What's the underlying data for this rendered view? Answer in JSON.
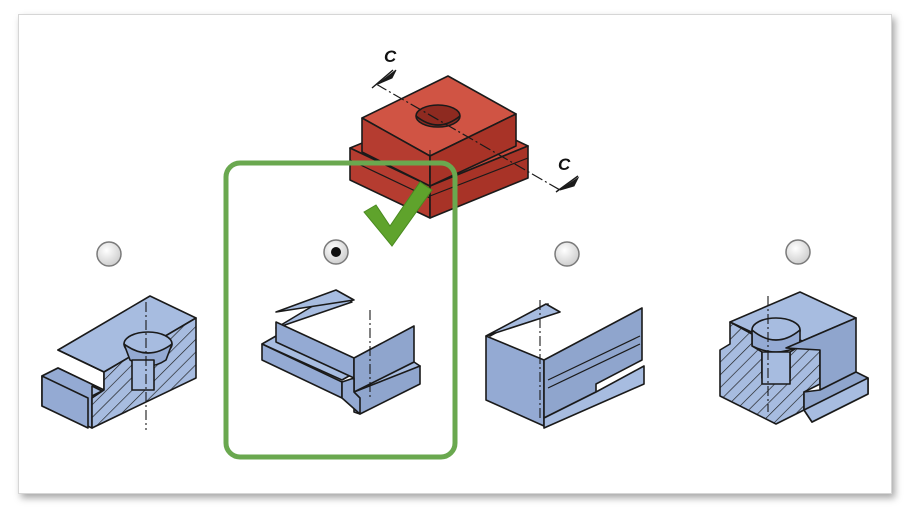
{
  "question": {
    "section_label": "C",
    "selected_option": 2
  },
  "options": [
    {
      "id": "option-1",
      "selected": false
    },
    {
      "id": "option-2",
      "selected": true
    },
    {
      "id": "option-3",
      "selected": false
    },
    {
      "id": "option-4",
      "selected": false
    }
  ],
  "colors": {
    "reference": "#c9483a",
    "option": "#a7bce0",
    "highlight": "#6aa84f",
    "check": "#5fa32c",
    "outline": "#1a1a1a"
  },
  "icons": {
    "check": "check-mark-icon",
    "radio": "radio-button-icon"
  }
}
